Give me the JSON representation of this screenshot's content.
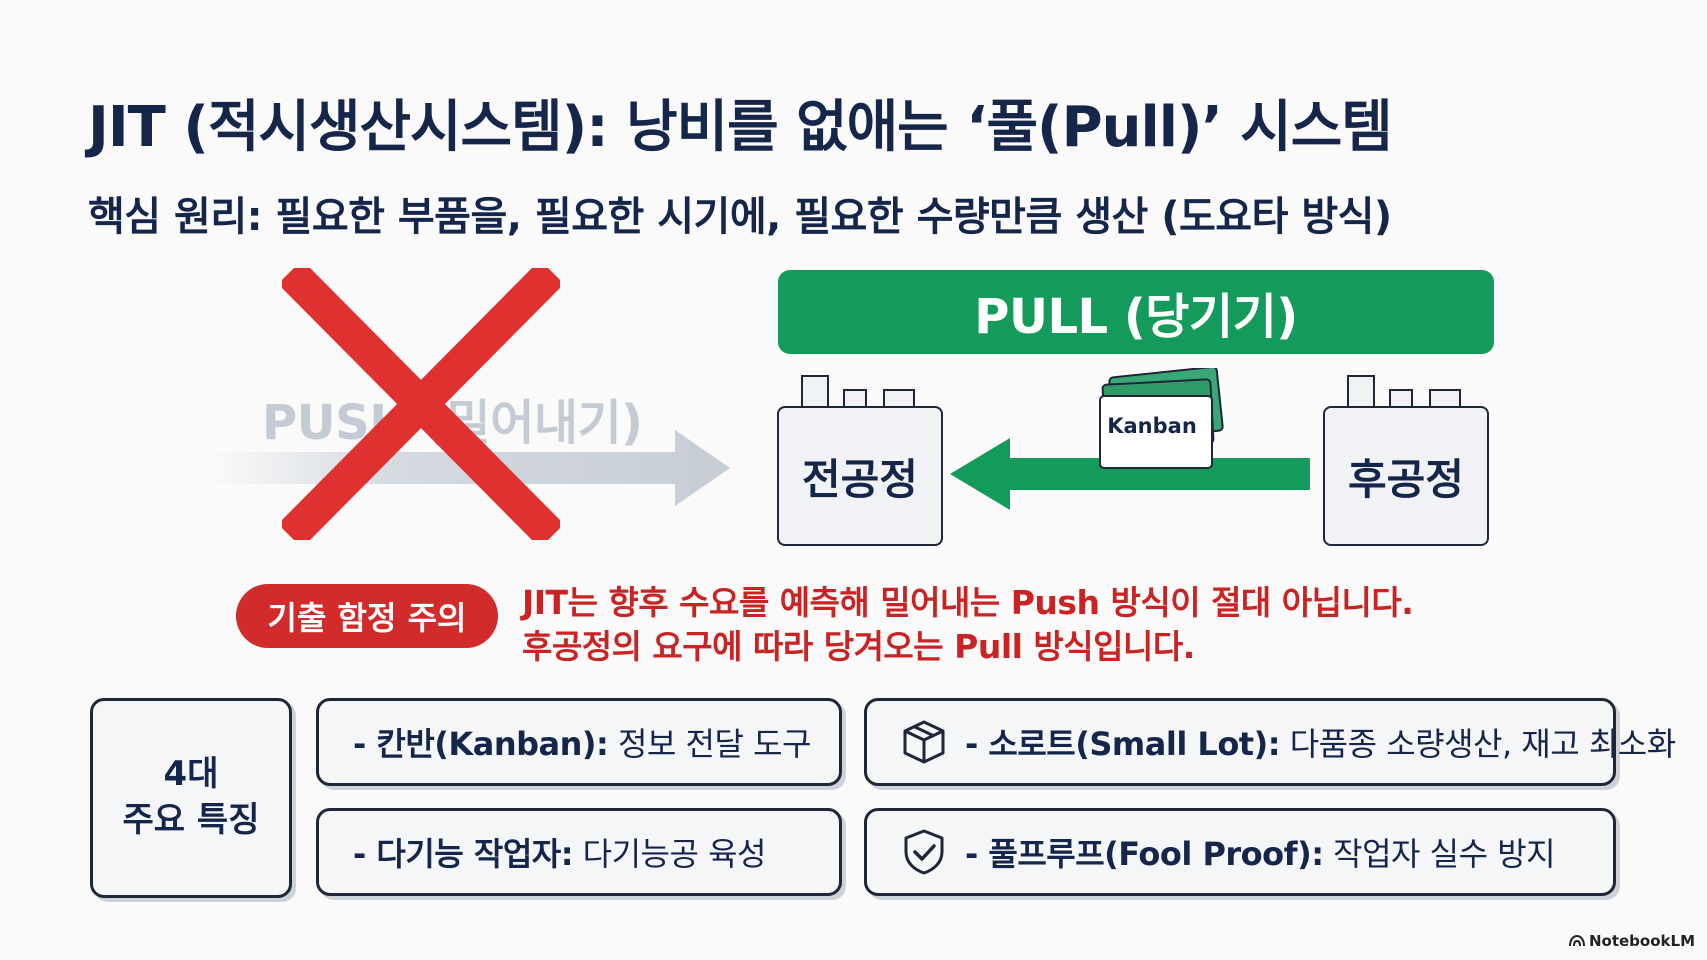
{
  "title": "JIT (적시생산시스템): 낭비를 없애는 ‘풀(Pull)’ 시스템",
  "subtitle": "핵심 원리: 필요한 부품을, 필요한 시기에, 필요한 수량만큼 생산 (도요타 방식)",
  "push": {
    "label": "PUSH (밀어내기)"
  },
  "pull": {
    "banner": "PULL (당기기)",
    "front_process": "전공정",
    "back_process": "후공정",
    "kanban_card": "Kanban"
  },
  "trap": {
    "badge": "기출 함정 주의",
    "line1": "JIT는 향후 수요를 예측해 밀어내는 Push 방식이 절대 아닙니다.",
    "line2": "후공정의 요구에 따라 당겨오는 Pull 방식입니다."
  },
  "features": {
    "heading_line1": "4대",
    "heading_line2": "주요 특징",
    "items": [
      {
        "key": "- 칸반(Kanban):",
        "desc": "정보 전달 도구"
      },
      {
        "key": "- 다기능 작업자:",
        "desc": "다기능공 육성"
      },
      {
        "key": "- 소로트(Small Lot):",
        "desc": "다품종 소량생산, 재고 최소화",
        "icon": "box-icon"
      },
      {
        "key": "- 풀프루프(Fool Proof):",
        "desc": "작업자 실수 방지",
        "icon": "shield-check-icon"
      }
    ]
  },
  "brand": "NotebookLM",
  "colors": {
    "pull_green": "#149a5a",
    "warning_red": "#d12b2b",
    "push_gray": "#c5cbd4",
    "navy_text": "#15264a"
  }
}
